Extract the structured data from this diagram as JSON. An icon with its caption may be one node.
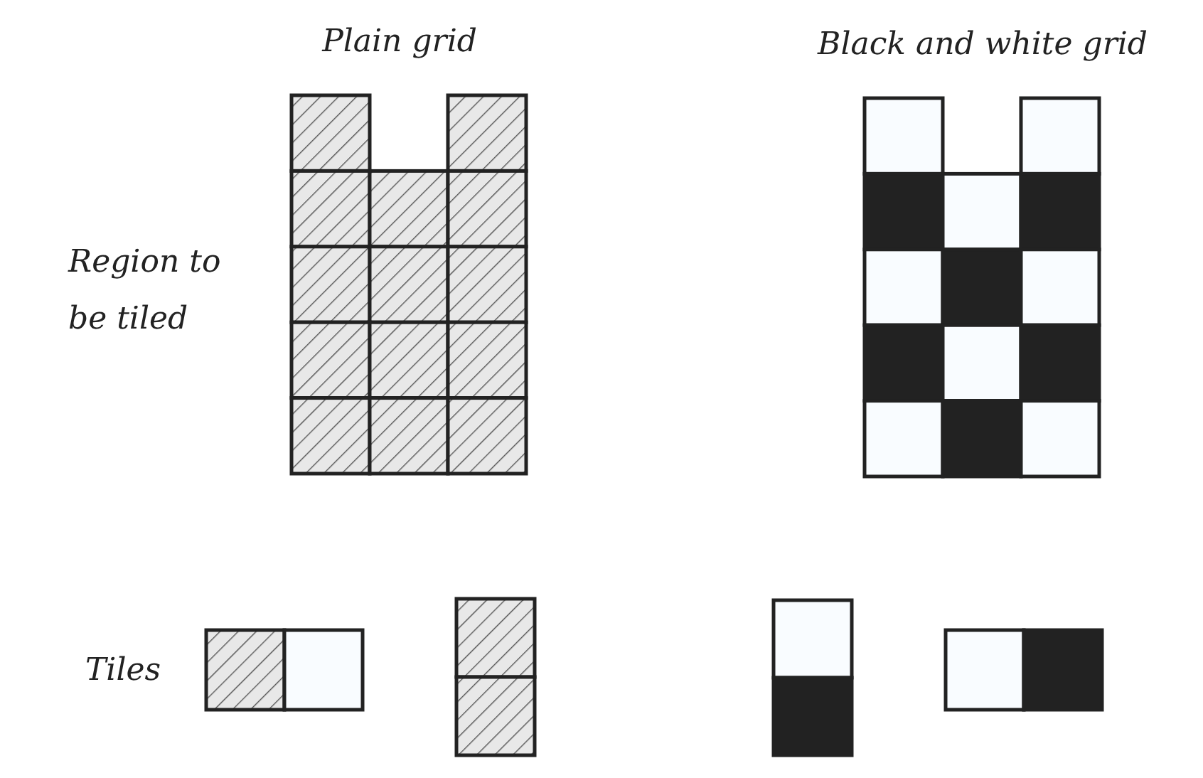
{
  "diagram": {
    "labels": [
      "Plain grid",
      "Black and white grid",
      "Region to be tiled",
      "Tiles"
    ]
  }
}
